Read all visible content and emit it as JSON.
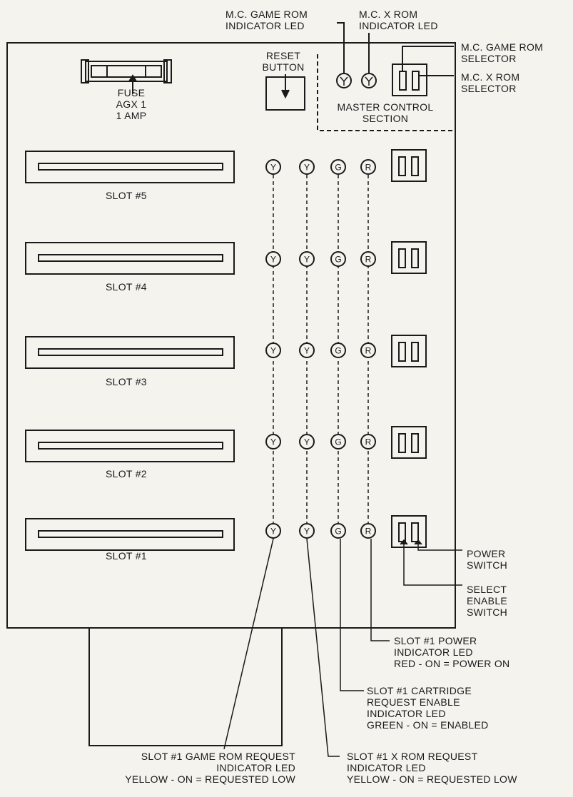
{
  "labels": {
    "mc_game_rom_led": [
      "M.C. GAME ROM",
      "INDICATOR LED"
    ],
    "mc_x_rom_led": [
      "M.C. X ROM",
      "INDICATOR LED"
    ],
    "mc_game_rom_selector": [
      "M.C. GAME ROM",
      "SELECTOR"
    ],
    "mc_x_rom_selector": [
      "M.C. X ROM",
      "SELECTOR"
    ],
    "reset_button": [
      "RESET",
      "BUTTON"
    ],
    "master_control": [
      "MASTER CONTROL",
      "SECTION"
    ],
    "fuse": [
      "FUSE",
      "AGX 1",
      "1 AMP"
    ],
    "power_switch": [
      "POWER",
      "SWITCH"
    ],
    "select_enable_switch": [
      "SELECT",
      "ENABLE",
      "SWITCH"
    ],
    "slot1_power_led": [
      "SLOT #1 POWER",
      "INDICATOR LED",
      "RED - ON = POWER ON"
    ],
    "slot1_cartridge_led": [
      "SLOT #1 CARTRIDGE",
      "REQUEST ENABLE",
      "INDICATOR LED",
      "GREEN - ON = ENABLED"
    ],
    "slot1_game_rom_led": [
      "SLOT #1 GAME ROM REQUEST",
      "INDICATOR LED",
      "YELLOW - ON = REQUESTED LOW"
    ],
    "slot1_x_rom_led": [
      "SLOT #1 X ROM REQUEST",
      "INDICATOR LED",
      "YELLOW - ON = REQUESTED LOW"
    ]
  },
  "slots": [
    "SLOT #5",
    "SLOT #4",
    "SLOT #3",
    "SLOT #2",
    "SLOT #1"
  ],
  "led_letters": [
    "Y",
    "Y",
    "G",
    "R"
  ]
}
